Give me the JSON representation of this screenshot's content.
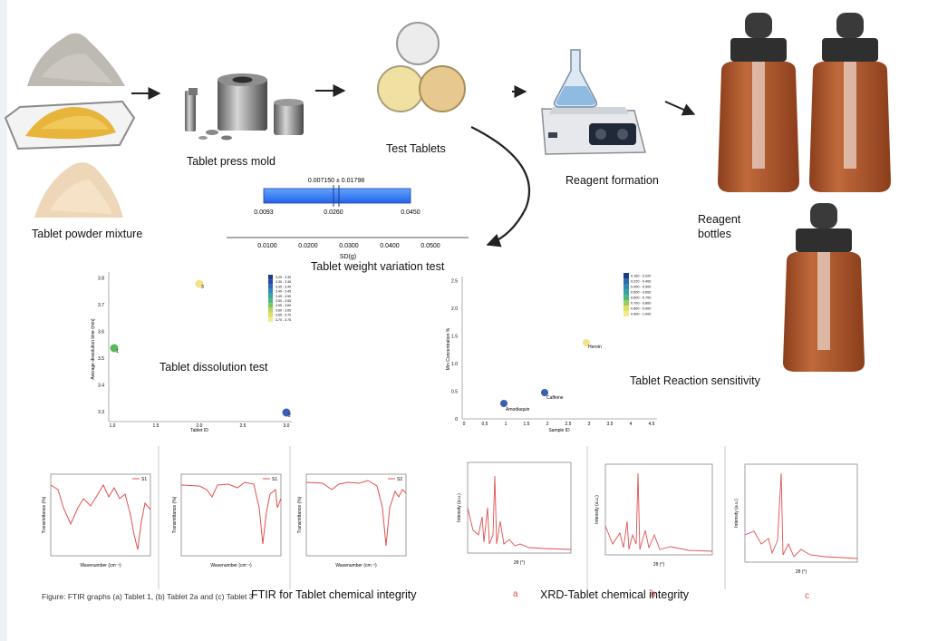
{
  "steps": {
    "powder": "Tablet powder mixture",
    "mold": "Tablet press mold",
    "tablets": "Test Tablets",
    "reagent": "Reagent formation",
    "bottles_line1": "Reagent",
    "bottles_line2": "bottles"
  },
  "tests": {
    "weight": "Tablet weight variation test",
    "dissolution": "Tablet dissolution test",
    "reaction": "Tablet Reaction sensitivity",
    "ftir": "FTIR for Tablet chemical integrity",
    "xrd": "XRD-Tablet chemical integrity"
  },
  "weight_plot": {
    "mean_label": "0.007150 ± 0.01798",
    "box_labels": [
      "0.0093",
      "0.0260",
      "0.0450"
    ],
    "axis_ticks": [
      "0.0100",
      "0.0200",
      "0.0300",
      "0.0400",
      "0.0500"
    ],
    "axis_label": "SD(g)"
  },
  "dissolution_plot": {
    "x_label": "Tablet ID",
    "y_label": "Average dissolution time (min)",
    "x_ticks": [
      "1.0",
      "1.5",
      "2.0",
      "2.5",
      "3.0"
    ],
    "y_ticks": [
      "3.3",
      "3.4",
      "3.5",
      "3.6",
      "3.7",
      "3.8"
    ],
    "point_labels": [
      "1",
      "2",
      "3"
    ],
    "legend": [
      "3.29 - 3.30",
      "3.30 - 3.35",
      "3.35 - 3.40",
      "3.40 - 3.45",
      "3.45 - 3.50",
      "3.50 - 3.55",
      "3.55 - 3.60",
      "3.60 - 3.65",
      "3.65 - 3.70",
      "3.70 - 3.75"
    ]
  },
  "reaction_plot": {
    "x_label": "Sample ID",
    "y_label": "Min Concentration %",
    "x_ticks": [
      "0",
      "0.5",
      "1",
      "1.5",
      "2",
      "2.5",
      "3",
      "3.5",
      "4",
      "4.5"
    ],
    "y_ticks": [
      "0",
      "0.5",
      "1.0",
      "1.5",
      "2.0",
      "2.5"
    ],
    "point_labels": [
      "Amodiaquin",
      "Caffeine",
      "Heroin"
    ],
    "legend": [
      "0.160 - 0.220",
      "0.220 - 0.400",
      "0.400 - 0.500",
      "0.500 - 0.600",
      "0.600 - 0.700",
      "0.700 - 0.800",
      "0.800 - 0.900",
      "0.900 - 1.000"
    ]
  },
  "ftir": {
    "caption": "Figure:  FTIR graphs (a) Tablet 1, (b) Tablet 2a and (c) Tablet 3",
    "x_label": "Wavenumber (cm⁻¹)",
    "y_label": "Transmittance (%)",
    "legends": [
      "S1",
      "S1",
      "S2"
    ]
  },
  "xrd": {
    "x_label": "2θ (°)",
    "y_label": "Intensity (a.u.)",
    "panel_letters": [
      "a",
      "b",
      "c"
    ]
  },
  "colors": {
    "arrow": "#222222",
    "bottle_glass": "#a0522d",
    "bottle_cap": "#3a3a3a",
    "curve": "#e05050",
    "bar_blue": "#3b82f6"
  }
}
